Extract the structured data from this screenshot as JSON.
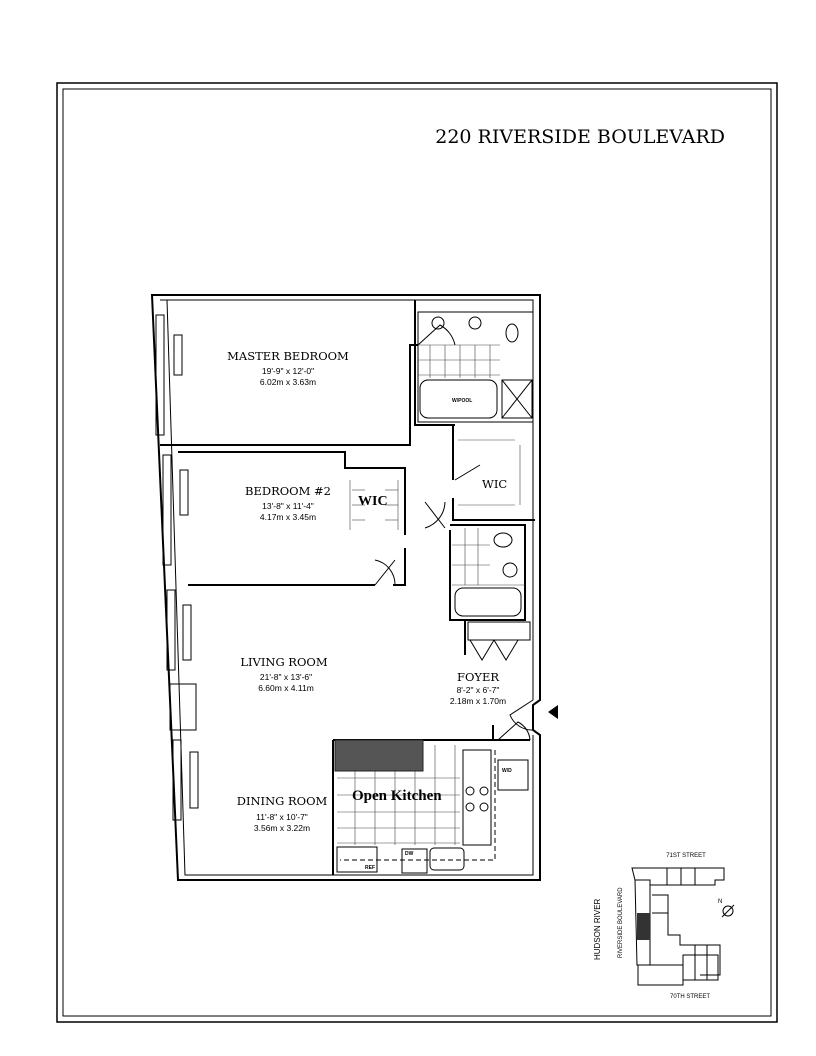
{
  "title": "220 RIVERSIDE BOULEVARD",
  "rooms": {
    "master_bedroom": {
      "name": "MASTER BEDROOM",
      "dim_ft": "19'-9\" x 12'-0\"",
      "dim_m": "6.02m x 3.63m"
    },
    "bedroom2": {
      "name": "BEDROOM #2",
      "dim_ft": "13'-8\" x 11'-4\"",
      "dim_m": "4.17m x 3.45m"
    },
    "living_room": {
      "name": "LIVING ROOM",
      "dim_ft": "21'-8\" x 13'-6\"",
      "dim_m": "6.60m x 4.11m"
    },
    "foyer": {
      "name": "FOYER",
      "dim_ft": "8'-2\" x 6'-7\"",
      "dim_m": "2.18m x 1.70m"
    },
    "dining_room": {
      "name": "DINING ROOM",
      "dim_ft": "11'-8\" x 10'-7\"",
      "dim_m": "3.56m x 3.22m"
    }
  },
  "labels": {
    "wic_bedroom2": "WIC",
    "wic_master": "WIC",
    "open_kitchen": "Open Kitchen",
    "whirlpool": "W/POOL",
    "washer_dryer": "W/D",
    "refrigerator": "REF",
    "dishwasher": "DW"
  },
  "key_plan": {
    "top_street": "71ST STREET",
    "bottom_street": "70TH STREET",
    "river": "HUDSON RIVER",
    "avenue": "RIVERSIDE BOULEVARD",
    "north": "N"
  },
  "colors": {
    "redaction": "#555555",
    "ink": "#000000"
  }
}
